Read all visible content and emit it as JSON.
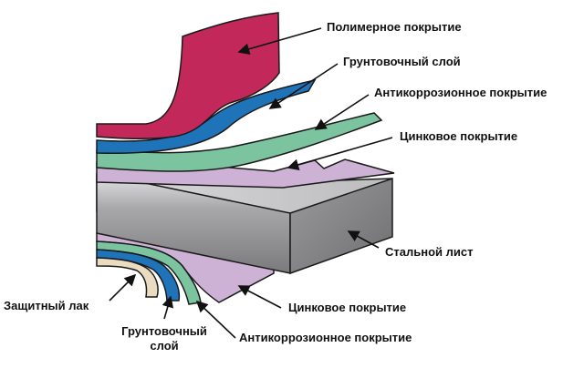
{
  "labels": {
    "top": [
      "Полимерное покрытие",
      "Грунтовочный слой",
      "Антикоррозионное покрытие",
      "Цинковое покрытие",
      "Стальной лист"
    ],
    "bottom": {
      "zinc": "Цинковое покрытие",
      "anticorrosion": "Антикоррозионное покрытие",
      "primer_line1": "Грунтовочный",
      "primer_line2": "слой",
      "lacquer": "Защитный лак"
    }
  },
  "colors": {
    "polymer": "#c2285a",
    "primer": "#1f73b8",
    "anticorrosion": "#7cc4a0",
    "zinc": "#cdb2d6",
    "steel_top": "#c4c4c6",
    "steel_front": "#9a9a9c",
    "steel_side": "#858587",
    "lacquer": "#eadcc0"
  }
}
